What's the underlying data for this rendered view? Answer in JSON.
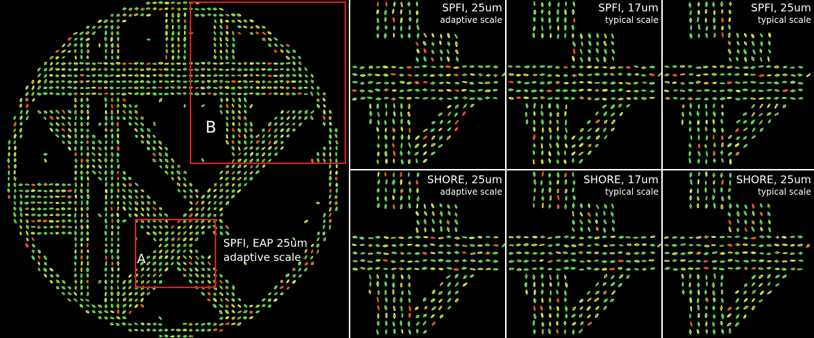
{
  "main_panel": {
    "caption_line1": "SPFI, EAP 25um",
    "caption_line2": "adaptive scale",
    "region_a_label": "A",
    "region_b_label": "B"
  },
  "sub_panels": [
    {
      "method": "SPFI, 25um",
      "scale": "adaptive scale"
    },
    {
      "method": "SPFI, 17um",
      "scale": "typical scale"
    },
    {
      "method": "SPFI, 25um",
      "scale": "typical scale"
    },
    {
      "method": "SHORE, 25um",
      "scale": "adaptive scale"
    },
    {
      "method": "SHORE, 17um",
      "scale": "typical scale"
    },
    {
      "method": "SHORE, 25um",
      "scale": "typical scale"
    }
  ],
  "colors": {
    "background": "#000000",
    "glyph_primary": "#5fd35a",
    "glyph_secondary": "#c8e048",
    "glyph_accent": "#e05a1e",
    "roi_box": "#e0201a",
    "panel_border": "#ffffff"
  }
}
